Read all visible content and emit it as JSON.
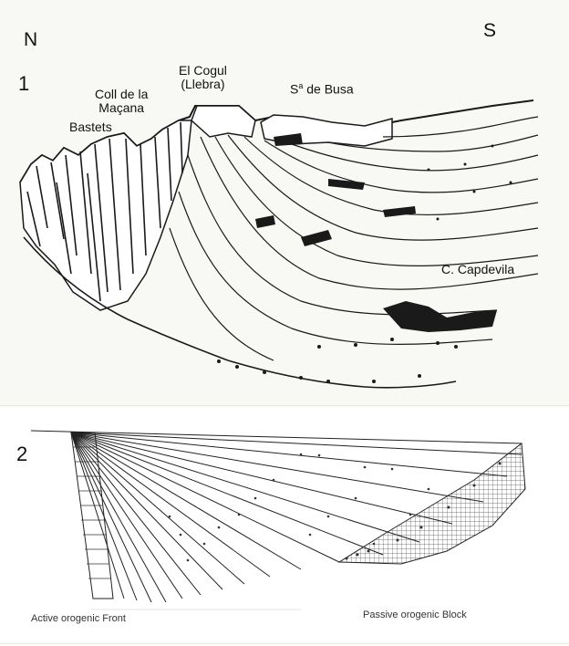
{
  "panel1": {
    "compass_north": "N",
    "compass_south": "S",
    "number": "1",
    "places": {
      "el_cogul_line1": "El Cogul",
      "el_cogul_line2": "(Llebra)",
      "coll_line1": "Coll de la",
      "coll_line2": "Maçana",
      "bastets": "Bastets",
      "busa_prefix": "S",
      "busa_super": "a",
      "busa_suffix": " de Busa",
      "capdevila": "C. Capdevila"
    }
  },
  "panel2": {
    "number": "2",
    "caption_left": "Active orogenic Front",
    "caption_right": "Passive orogenic Block"
  }
}
